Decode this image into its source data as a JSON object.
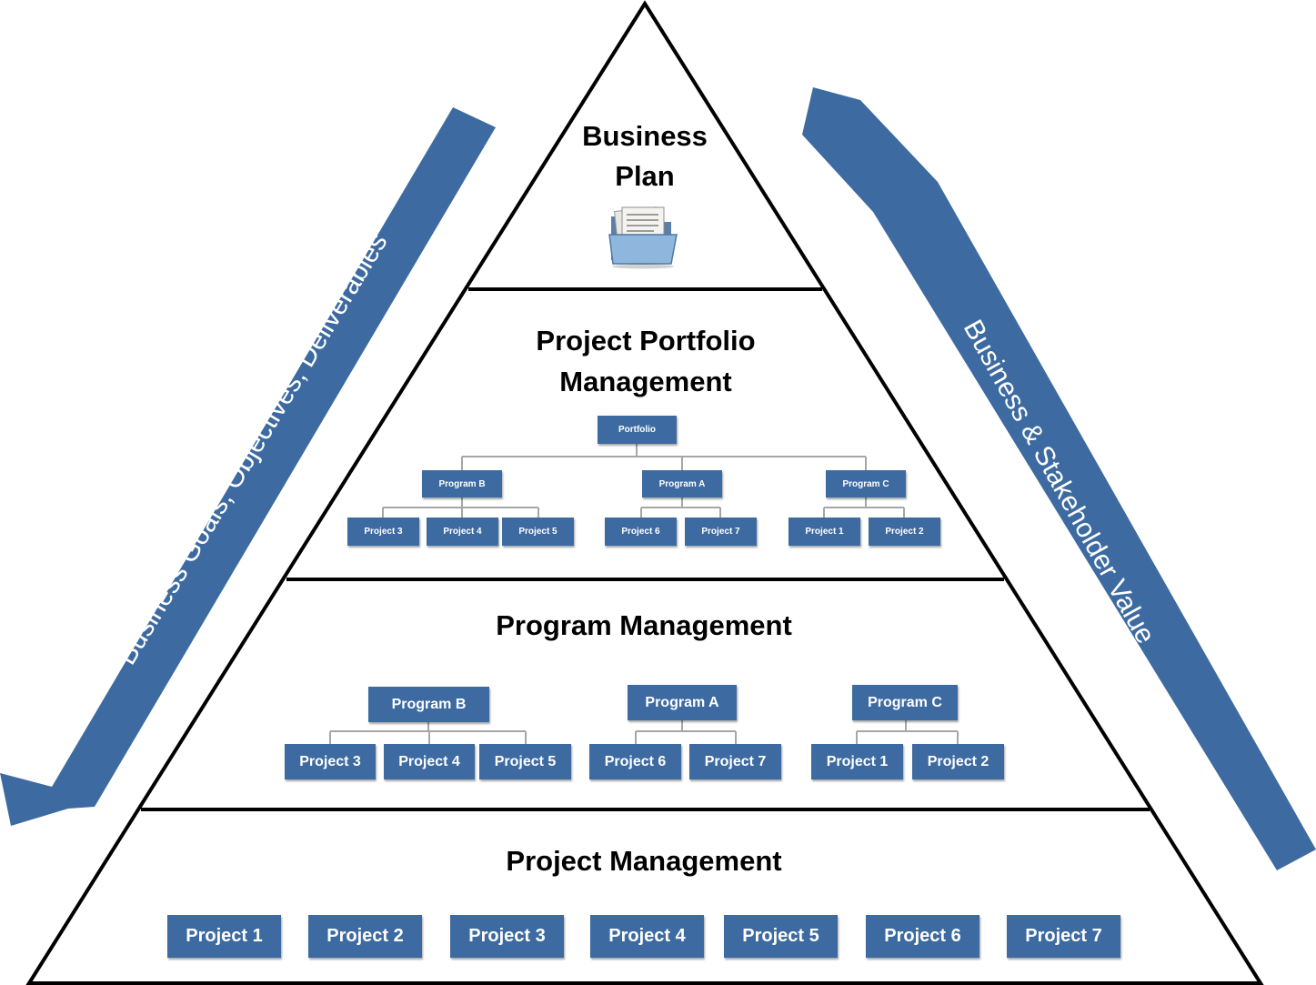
{
  "colors": {
    "accent": "#3d6ba1",
    "connector": "#a6a6a6",
    "outline": "#000000"
  },
  "arrows": {
    "left_label": "Business Goals, Objectives, Deliverables",
    "right_label": "Business & Stakeholder Value"
  },
  "tiers": {
    "business_plan": {
      "title_line1": "Business",
      "title_line2": "Plan",
      "icon": "folder-documents-icon"
    },
    "portfolio": {
      "title_line1": "Project Portfolio",
      "title_line2": "Management",
      "root": "Portfolio",
      "programs": [
        {
          "label": "Program B",
          "projects": [
            "Project 3",
            "Project 4",
            "Project 5"
          ]
        },
        {
          "label": "Program A",
          "projects": [
            "Project 6",
            "Project 7"
          ]
        },
        {
          "label": "Program C",
          "projects": [
            "Project 1",
            "Project 2"
          ]
        }
      ]
    },
    "program": {
      "title": "Program Management",
      "programs": [
        {
          "label": "Program B",
          "projects": [
            "Project 3",
            "Project 4",
            "Project 5"
          ]
        },
        {
          "label": "Program A",
          "projects": [
            "Project 6",
            "Project 7"
          ]
        },
        {
          "label": "Program C",
          "projects": [
            "Project 1",
            "Project 2"
          ]
        }
      ]
    },
    "project": {
      "title": "Project Management",
      "projects": [
        "Project 1",
        "Project 2",
        "Project 3",
        "Project 4",
        "Project 5",
        "Project 6",
        "Project 7"
      ]
    }
  }
}
